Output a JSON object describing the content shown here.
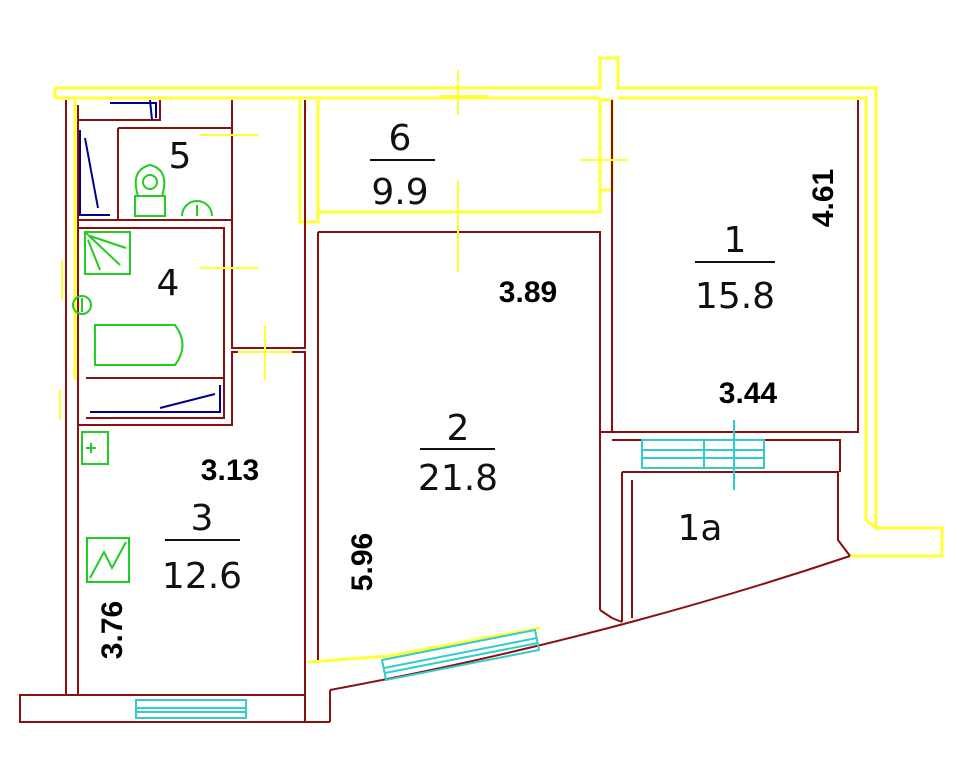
{
  "rooms": [
    {
      "id": "1",
      "number": "1",
      "area": "15.8"
    },
    {
      "id": "1a",
      "number": "1a"
    },
    {
      "id": "2",
      "number": "2",
      "area": "21.8"
    },
    {
      "id": "3",
      "number": "3",
      "area": "12.6"
    },
    {
      "id": "4",
      "number": "4"
    },
    {
      "id": "5",
      "number": "5"
    },
    {
      "id": "6",
      "number": "6",
      "area": "9.9"
    }
  ],
  "dimensions": {
    "room1_height": "4.61",
    "room1_width": "3.44",
    "room2_width": "3.89",
    "room2_height": "5.96",
    "room3_width": "3.13",
    "room3_height": "3.76"
  },
  "colors": {
    "outer_wall": "#ffff33",
    "inner_wall": "#8a1010",
    "fixture": "#22cc22",
    "window": "#33cccc",
    "bath_accent": "#00008b",
    "text": "#111111"
  }
}
